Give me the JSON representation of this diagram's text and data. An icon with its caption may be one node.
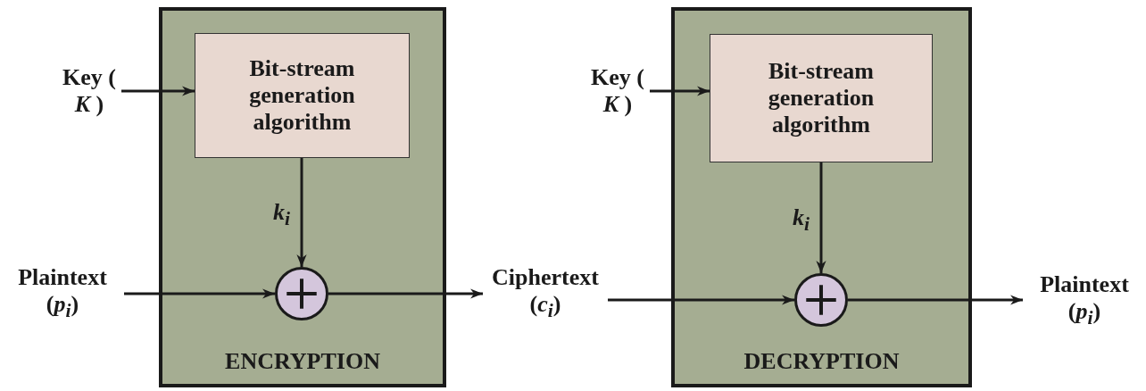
{
  "diagram": {
    "nodes": [
      {
        "text": [
          "Key ( *K* )"
        ]
      },
      {
        "text": [
          "Plaintext (*p*$_{i}$)"
        ]
      },
      {
        "text": [
          "ENCRYPTION"
        ]
      },
      {
        "text": [
          "Bit-stream generation algorithm"
        ],
        "in": 2
      },
      {
        "text": [],
        "shape": "circle",
        "in": 2
      },
      {
        "text": [
          "Ciphertext (*c*$_{i}$)"
        ]
      },
      {
        "text": [
          "Key ( *K* )"
        ]
      },
      {
        "text": [
          "DECRYPTION"
        ]
      },
      {
        "text": [
          "Bit-stream generation algorithm"
        ],
        "in": 7
      },
      {
        "text": [],
        "shape": "circle",
        "in": 7
      },
      {
        "text": [
          "Plaintext (*p*$_{i}$)"
        ]
      }
    ],
    "edges": [
      {
        "from": 0,
        "to": 3,
        "arrow": "to"
      },
      {
        "from": 3,
        "to": 4,
        "arrow": "to",
        "label": "k$_{i}$"
      },
      {
        "from": 1,
        "to": 4,
        "arrow": "to"
      },
      {
        "from": 4,
        "to": 5,
        "arrow": "to"
      },
      {
        "from": 5,
        "to": 9,
        "arrow": "to"
      },
      {
        "from": 6,
        "to": 8,
        "arrow": "to"
      },
      {
        "from": 8,
        "to": 9,
        "arrow": "to",
        "label": "k$_{i}$"
      },
      {
        "from": 9,
        "to": 10,
        "arrow": "to"
      }
    ]
  }
}
